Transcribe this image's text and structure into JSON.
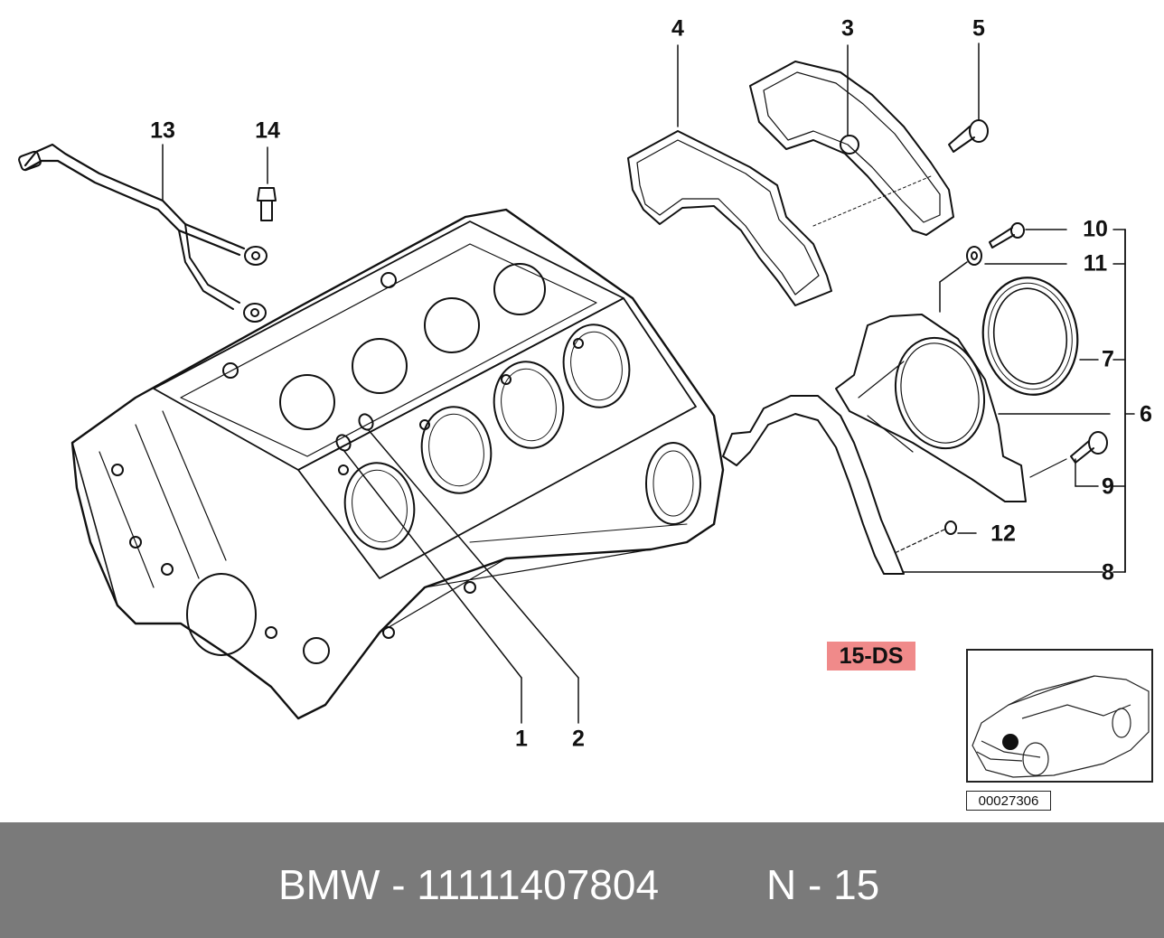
{
  "diagram": {
    "callouts": {
      "c1": "1",
      "c2": "2",
      "c3": "3",
      "c4": "4",
      "c5": "5",
      "c6": "6",
      "c7": "7",
      "c8": "8",
      "c9": "9",
      "c10": "10",
      "c11": "11",
      "c12": "12",
      "c13": "13",
      "c14": "14"
    },
    "section_tag": "15-DS",
    "image_number": "00027306"
  },
  "footer": {
    "part_text": "BMW - 11111407804",
    "group_text": "N - 15",
    "background": "#7a7a7a"
  },
  "colors": {
    "section_tag_bg": "#f08a8a",
    "line": "#111111"
  }
}
